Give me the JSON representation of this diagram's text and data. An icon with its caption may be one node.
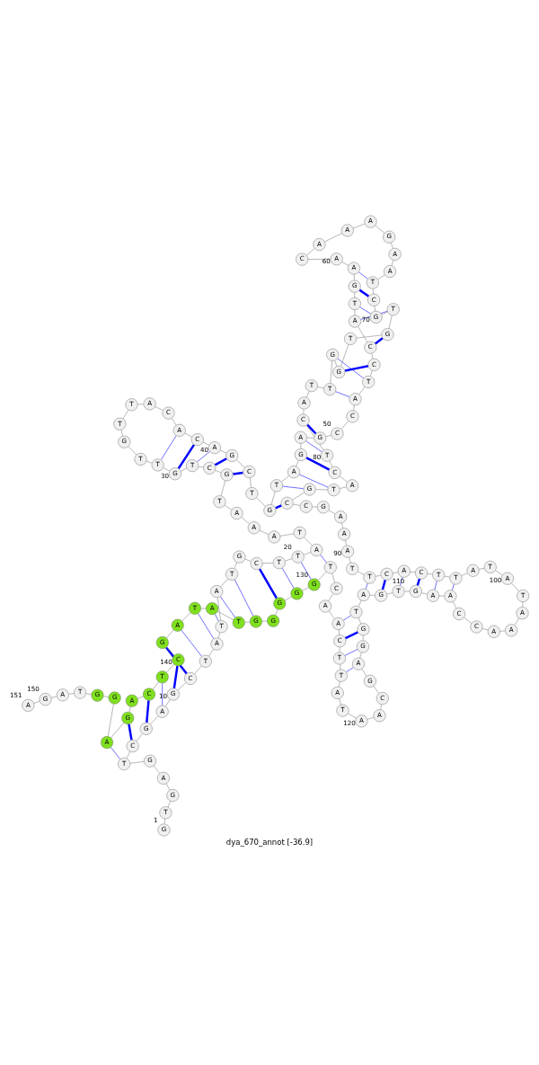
{
  "diagram": {
    "caption": "dya_670_annot [-36.9]",
    "nodes": [
      {
        "text": [
          "G"
        ],
        "beside": [
          "1"
        ]
      },
      {
        "text": [
          "T"
        ]
      },
      {
        "text": [
          "G"
        ]
      },
      {
        "text": [
          "A"
        ]
      },
      {
        "text": [
          "G"
        ]
      },
      {
        "text": [
          "T"
        ]
      },
      {
        "text": [
          "C"
        ]
      },
      {
        "text": [
          "G"
        ]
      },
      {
        "text": [
          "A"
        ]
      },
      {
        "text": [
          "G"
        ],
        "beside": [
          "10"
        ]
      },
      {
        "text": [
          "C"
        ]
      },
      {
        "text": [
          "T"
        ]
      },
      {
        "text": [
          "A"
        ]
      },
      {
        "text": [
          "T"
        ]
      },
      {
        "text": [
          "A"
        ]
      },
      {
        "text": [
          "T"
        ]
      },
      {
        "text": [
          "G"
        ]
      },
      {
        "text": [
          "C"
        ]
      },
      {
        "text": [
          "T"
        ]
      },
      {
        "text": [
          "T"
        ],
        "beside": [
          "20"
        ]
      },
      {
        "text": [
          "A"
        ]
      },
      {
        "text": [
          "T"
        ]
      },
      {
        "text": [
          "A"
        ]
      },
      {
        "text": [
          "A"
        ]
      },
      {
        "text": [
          "A"
        ]
      },
      {
        "text": [
          "T"
        ]
      },
      {
        "text": [
          "G"
        ]
      },
      {
        "text": [
          "C"
        ]
      },
      {
        "text": [
          "T"
        ]
      },
      {
        "text": [
          "G"
        ],
        "beside": [
          "30"
        ]
      },
      {
        "text": [
          "T"
        ]
      },
      {
        "text": [
          "T"
        ]
      },
      {
        "text": [
          "G"
        ]
      },
      {
        "text": [
          "T"
        ]
      },
      {
        "text": [
          "T"
        ]
      },
      {
        "text": [
          "A"
        ]
      },
      {
        "text": [
          "C"
        ]
      },
      {
        "text": [
          "A"
        ]
      },
      {
        "text": [
          "C"
        ]
      },
      {
        "text": [
          "A"
        ],
        "beside": [
          "40"
        ]
      },
      {
        "text": [
          "G"
        ]
      },
      {
        "text": [
          "C"
        ]
      },
      {
        "text": [
          "T"
        ]
      },
      {
        "text": [
          "G"
        ]
      },
      {
        "text": [
          "T"
        ]
      },
      {
        "text": [
          "A"
        ]
      },
      {
        "text": [
          "G"
        ]
      },
      {
        "text": [
          "A"
        ]
      },
      {
        "text": [
          "G"
        ]
      },
      {
        "text": [
          "C"
        ],
        "beside": [
          "50"
        ]
      },
      {
        "text": [
          "C"
        ]
      },
      {
        "text": [
          "A"
        ]
      },
      {
        "text": [
          "T"
        ]
      },
      {
        "text": [
          "C"
        ]
      },
      {
        "text": [
          "C"
        ]
      },
      {
        "text": [
          "A"
        ]
      },
      {
        "text": [
          "T"
        ]
      },
      {
        "text": [
          "G"
        ]
      },
      {
        "text": [
          "A"
        ]
      },
      {
        "text": [
          "A"
        ],
        "beside": [
          "60"
        ]
      },
      {
        "text": [
          "C"
        ]
      },
      {
        "text": [
          "A"
        ]
      },
      {
        "text": [
          "A"
        ]
      },
      {
        "text": [
          "A"
        ]
      },
      {
        "text": [
          "G"
        ]
      },
      {
        "text": [
          "A"
        ]
      },
      {
        "text": [
          "A"
        ]
      },
      {
        "text": [
          "T"
        ]
      },
      {
        "text": [
          "C"
        ]
      },
      {
        "text": [
          "G"
        ],
        "beside": [
          "70"
        ]
      },
      {
        "text": [
          "T"
        ]
      },
      {
        "text": [
          "G"
        ]
      },
      {
        "text": [
          "T"
        ]
      },
      {
        "text": [
          "G"
        ]
      },
      {
        "text": [
          "G"
        ]
      },
      {
        "text": [
          "T"
        ]
      },
      {
        "text": [
          "T"
        ]
      },
      {
        "text": [
          "A"
        ]
      },
      {
        "text": [
          "C"
        ]
      },
      {
        "text": [
          "T"
        ],
        "beside": [
          "80"
        ]
      },
      {
        "text": [
          "C"
        ]
      },
      {
        "text": [
          "A"
        ]
      },
      {
        "text": [
          "T"
        ]
      },
      {
        "text": [
          "G"
        ]
      },
      {
        "text": [
          "C"
        ]
      },
      {
        "text": [
          "C"
        ]
      },
      {
        "text": [
          "G"
        ]
      },
      {
        "text": [
          "A"
        ]
      },
      {
        "text": [
          "A"
        ]
      },
      {
        "text": [
          "A"
        ],
        "beside": [
          "90"
        ]
      },
      {
        "text": [
          "T"
        ]
      },
      {
        "text": [
          "T"
        ]
      },
      {
        "text": [
          "C"
        ]
      },
      {
        "text": [
          "A"
        ]
      },
      {
        "text": [
          "C"
        ]
      },
      {
        "text": [
          "T"
        ]
      },
      {
        "text": [
          "T"
        ]
      },
      {
        "text": [
          "A"
        ]
      },
      {
        "text": [
          "T"
        ]
      },
      {
        "text": [
          "A"
        ],
        "beside": [
          "100"
        ]
      },
      {
        "text": [
          "T"
        ]
      },
      {
        "text": [
          "A"
        ]
      },
      {
        "text": [
          "A"
        ]
      },
      {
        "text": [
          "A"
        ]
      },
      {
        "text": [
          "C"
        ]
      },
      {
        "text": [
          "C"
        ]
      },
      {
        "text": [
          "A"
        ]
      },
      {
        "text": [
          "A"
        ]
      },
      {
        "text": [
          "G"
        ]
      },
      {
        "text": [
          "T"
        ],
        "beside": [
          "110"
        ]
      },
      {
        "text": [
          "G"
        ]
      },
      {
        "text": [
          "A"
        ]
      },
      {
        "text": [
          "T"
        ]
      },
      {
        "text": [
          "G"
        ]
      },
      {
        "text": [
          "G"
        ]
      },
      {
        "text": [
          "A"
        ]
      },
      {
        "text": [
          "G"
        ]
      },
      {
        "text": [
          "C"
        ]
      },
      {
        "text": [
          "A"
        ]
      },
      {
        "text": [
          "A"
        ],
        "beside": [
          "120"
        ]
      },
      {
        "text": [
          "T"
        ]
      },
      {
        "text": [
          "A"
        ]
      },
      {
        "text": [
          "T"
        ]
      },
      {
        "text": [
          "T"
        ]
      },
      {
        "text": [
          "C"
        ]
      },
      {
        "text": [
          "A"
        ]
      },
      {
        "text": [
          "A"
        ]
      },
      {
        "text": [
          "C"
        ]
      },
      {
        "text": [
          "T"
        ]
      },
      {
        "text": [
          "G"
        ],
        "beside": [
          "130"
        ]
      },
      {
        "text": [
          "G"
        ]
      },
      {
        "text": [
          "G"
        ]
      },
      {
        "text": [
          "G"
        ]
      },
      {
        "text": [
          "G"
        ]
      },
      {
        "text": [
          "T"
        ]
      },
      {
        "text": [
          "A"
        ]
      },
      {
        "text": [
          "T"
        ]
      },
      {
        "text": [
          "A"
        ]
      },
      {
        "text": [
          "G"
        ]
      },
      {
        "text": [
          "C"
        ],
        "beside": [
          "140"
        ]
      },
      {
        "text": [
          "T"
        ]
      },
      {
        "text": [
          "C"
        ]
      },
      {
        "text": [
          "A"
        ]
      },
      {
        "text": [
          "G"
        ]
      },
      {
        "text": [
          "A"
        ]
      },
      {
        "text": [
          "G"
        ]
      },
      {
        "text": [
          "G"
        ]
      },
      {
        "text": [
          "T"
        ]
      },
      {
        "text": [
          "A"
        ]
      },
      {
        "text": [
          "G"
        ],
        "beside": [
          "150"
        ]
      },
      {
        "text": [
          "A"
        ],
        "beside": [
          "151"
        ]
      }
    ],
    "edges": [
      {
        "from": 0,
        "to": 1,
        "arrow": "none"
      },
      {
        "from": 1,
        "to": 2,
        "arrow": "none"
      },
      {
        "from": 2,
        "to": 3,
        "arrow": "none"
      },
      {
        "from": 3,
        "to": 4,
        "arrow": "none"
      },
      {
        "from": 4,
        "to": 5,
        "arrow": "none"
      },
      {
        "from": 5,
        "to": 6,
        "arrow": "none"
      },
      {
        "from": 6,
        "to": 7,
        "arrow": "none"
      },
      {
        "from": 7,
        "to": 8,
        "arrow": "none"
      },
      {
        "from": 8,
        "to": 9,
        "arrow": "none"
      },
      {
        "from": 9,
        "to": 10,
        "arrow": "none"
      },
      {
        "from": 10,
        "to": 11,
        "arrow": "none"
      },
      {
        "from": 11,
        "to": 12,
        "arrow": "none"
      },
      {
        "from": 12,
        "to": 13,
        "arrow": "none"
      },
      {
        "from": 13,
        "to": 14,
        "arrow": "none"
      },
      {
        "from": 14,
        "to": 15,
        "arrow": "none"
      },
      {
        "from": 15,
        "to": 16,
        "arrow": "none"
      },
      {
        "from": 16,
        "to": 17,
        "arrow": "none"
      },
      {
        "from": 17,
        "to": 18,
        "arrow": "none"
      },
      {
        "from": 18,
        "to": 19,
        "arrow": "none"
      },
      {
        "from": 19,
        "to": 20,
        "arrow": "none"
      },
      {
        "from": 20,
        "to": 21,
        "arrow": "none"
      },
      {
        "from": 21,
        "to": 22,
        "arrow": "none"
      },
      {
        "from": 22,
        "to": 23,
        "arrow": "none"
      },
      {
        "from": 23,
        "to": 24,
        "arrow": "none"
      },
      {
        "from": 24,
        "to": 25,
        "arrow": "none"
      },
      {
        "from": 25,
        "to": 26,
        "arrow": "none"
      },
      {
        "from": 26,
        "to": 27,
        "arrow": "none"
      },
      {
        "from": 27,
        "to": 28,
        "arrow": "none"
      },
      {
        "from": 28,
        "to": 29,
        "arrow": "none"
      },
      {
        "from": 29,
        "to": 30,
        "arrow": "none"
      },
      {
        "from": 30,
        "to": 31,
        "arrow": "none"
      },
      {
        "from": 31,
        "to": 32,
        "arrow": "none"
      },
      {
        "from": 32,
        "to": 33,
        "arrow": "none"
      },
      {
        "from": 33,
        "to": 34,
        "arrow": "none"
      },
      {
        "from": 34,
        "to": 35,
        "arrow": "none"
      },
      {
        "from": 35,
        "to": 36,
        "arrow": "none"
      },
      {
        "from": 36,
        "to": 37,
        "arrow": "none"
      },
      {
        "from": 37,
        "to": 38,
        "arrow": "none"
      },
      {
        "from": 38,
        "to": 39,
        "arrow": "none"
      },
      {
        "from": 39,
        "to": 40,
        "arrow": "none"
      },
      {
        "from": 40,
        "to": 41,
        "arrow": "none"
      },
      {
        "from": 41,
        "to": 42,
        "arrow": "none"
      },
      {
        "from": 42,
        "to": 43,
        "arrow": "none"
      },
      {
        "from": 43,
        "to": 44,
        "arrow": "none"
      },
      {
        "from": 44,
        "to": 45,
        "arrow": "none"
      },
      {
        "from": 45,
        "to": 46,
        "arrow": "none"
      },
      {
        "from": 46,
        "to": 47,
        "arrow": "none"
      },
      {
        "from": 47,
        "to": 48,
        "arrow": "none"
      },
      {
        "from": 48,
        "to": 49,
        "arrow": "none"
      },
      {
        "from": 49,
        "to": 50,
        "arrow": "none"
      },
      {
        "from": 50,
        "to": 51,
        "arrow": "none"
      },
      {
        "from": 51,
        "to": 52,
        "arrow": "none"
      },
      {
        "from": 52,
        "to": 53,
        "arrow": "none"
      },
      {
        "from": 53,
        "to": 54,
        "arrow": "none"
      },
      {
        "from": 54,
        "to": 55,
        "arrow": "none"
      },
      {
        "from": 55,
        "to": 56,
        "arrow": "none"
      },
      {
        "from": 56,
        "to": 57,
        "arrow": "none"
      },
      {
        "from": 57,
        "to": 58,
        "arrow": "none"
      },
      {
        "from": 58,
        "to": 59,
        "arrow": "none"
      },
      {
        "from": 59,
        "to": 60,
        "arrow": "none"
      },
      {
        "from": 60,
        "to": 61,
        "arrow": "none"
      },
      {
        "from": 61,
        "to": 62,
        "arrow": "none"
      },
      {
        "from": 62,
        "to": 63,
        "arrow": "none"
      },
      {
        "from": 63,
        "to": 64,
        "arrow": "none"
      },
      {
        "from": 64,
        "to": 65,
        "arrow": "none"
      },
      {
        "from": 65,
        "to": 66,
        "arrow": "none"
      },
      {
        "from": 66,
        "to": 67,
        "arrow": "none"
      },
      {
        "from": 67,
        "to": 68,
        "arrow": "none"
      },
      {
        "from": 68,
        "to": 69,
        "arrow": "none"
      },
      {
        "from": 69,
        "to": 70,
        "arrow": "none"
      },
      {
        "from": 70,
        "to": 71,
        "arrow": "none"
      },
      {
        "from": 71,
        "to": 72,
        "arrow": "none"
      },
      {
        "from": 72,
        "to": 73,
        "arrow": "none"
      },
      {
        "from": 73,
        "to": 74,
        "arrow": "none"
      },
      {
        "from": 74,
        "to": 75,
        "arrow": "none"
      },
      {
        "from": 75,
        "to": 76,
        "arrow": "none"
      },
      {
        "from": 76,
        "to": 77,
        "arrow": "none"
      },
      {
        "from": 77,
        "to": 78,
        "arrow": "none"
      },
      {
        "from": 78,
        "to": 79,
        "arrow": "none"
      },
      {
        "from": 79,
        "to": 80,
        "arrow": "none"
      },
      {
        "from": 80,
        "to": 81,
        "arrow": "none"
      },
      {
        "from": 81,
        "to": 82,
        "arrow": "none"
      },
      {
        "from": 82,
        "to": 83,
        "arrow": "none"
      },
      {
        "from": 83,
        "to": 84,
        "arrow": "none"
      },
      {
        "from": 84,
        "to": 85,
        "arrow": "none"
      },
      {
        "from": 85,
        "to": 86,
        "arrow": "none"
      },
      {
        "from": 86,
        "to": 87,
        "arrow": "none"
      },
      {
        "from": 87,
        "to": 88,
        "arrow": "none"
      },
      {
        "from": 88,
        "to": 89,
        "arrow": "none"
      },
      {
        "from": 89,
        "to": 90,
        "arrow": "none"
      },
      {
        "from": 90,
        "to": 91,
        "arrow": "none"
      },
      {
        "from": 91,
        "to": 92,
        "arrow": "none"
      },
      {
        "from": 92,
        "to": 93,
        "arrow": "none"
      },
      {
        "from": 93,
        "to": 94,
        "arrow": "none"
      },
      {
        "from": 94,
        "to": 95,
        "arrow": "none"
      },
      {
        "from": 95,
        "to": 96,
        "arrow": "none"
      },
      {
        "from": 96,
        "to": 97,
        "arrow": "none"
      },
      {
        "from": 97,
        "to": 98,
        "arrow": "none"
      },
      {
        "from": 98,
        "to": 99,
        "arrow": "none"
      },
      {
        "from": 99,
        "to": 100,
        "arrow": "none"
      },
      {
        "from": 100,
        "to": 101,
        "arrow": "none"
      },
      {
        "from": 101,
        "to": 102,
        "arrow": "none"
      },
      {
        "from": 102,
        "to": 103,
        "arrow": "none"
      },
      {
        "from": 103,
        "to": 104,
        "arrow": "none"
      },
      {
        "from": 104,
        "to": 105,
        "arrow": "none"
      },
      {
        "from": 105,
        "to": 106,
        "arrow": "none"
      },
      {
        "from": 106,
        "to": 107,
        "arrow": "none"
      },
      {
        "from": 107,
        "to": 108,
        "arrow": "none"
      },
      {
        "from": 108,
        "to": 109,
        "arrow": "none"
      },
      {
        "from": 109,
        "to": 110,
        "arrow": "none"
      },
      {
        "from": 110,
        "to": 111,
        "arrow": "none"
      },
      {
        "from": 111,
        "to": 112,
        "arrow": "none"
      },
      {
        "from": 112,
        "to": 113,
        "arrow": "none"
      },
      {
        "from": 113,
        "to": 114,
        "arrow": "none"
      },
      {
        "from": 114,
        "to": 115,
        "arrow": "none"
      },
      {
        "from": 115,
        "to": 116,
        "arrow": "none"
      },
      {
        "from": 116,
        "to": 117,
        "arrow": "none"
      },
      {
        "from": 117,
        "to": 118,
        "arrow": "none"
      },
      {
        "from": 118,
        "to": 119,
        "arrow": "none"
      },
      {
        "from": 119,
        "to": 120,
        "arrow": "none"
      },
      {
        "from": 120,
        "to": 121,
        "arrow": "none"
      },
      {
        "from": 121,
        "to": 122,
        "arrow": "none"
      },
      {
        "from": 122,
        "to": 123,
        "arrow": "none"
      },
      {
        "from": 123,
        "to": 124,
        "arrow": "none"
      },
      {
        "from": 124,
        "to": 125,
        "arrow": "none"
      },
      {
        "from": 125,
        "to": 126,
        "arrow": "none"
      },
      {
        "from": 126,
        "to": 127,
        "arrow": "none"
      },
      {
        "from": 127,
        "to": 128,
        "arrow": "none"
      },
      {
        "from": 128,
        "to": 129,
        "arrow": "none"
      },
      {
        "from": 129,
        "to": 130,
        "arrow": "none"
      },
      {
        "from": 130,
        "to": 131,
        "arrow": "none"
      },
      {
        "from": 131,
        "to": 132,
        "arrow": "none"
      },
      {
        "from": 132,
        "to": 133,
        "arrow": "none"
      },
      {
        "from": 133,
        "to": 134,
        "arrow": "none"
      },
      {
        "from": 134,
        "to": 135,
        "arrow": "none"
      },
      {
        "from": 135,
        "to": 136,
        "arrow": "none"
      },
      {
        "from": 136,
        "to": 137,
        "arrow": "none"
      },
      {
        "from": 137,
        "to": 138,
        "arrow": "none"
      },
      {
        "from": 138,
        "to": 139,
        "arrow": "none"
      },
      {
        "from": 139,
        "to": 140,
        "arrow": "none"
      },
      {
        "from": 140,
        "to": 141,
        "arrow": "none"
      },
      {
        "from": 141,
        "to": 142,
        "arrow": "none"
      },
      {
        "from": 142,
        "to": 143,
        "arrow": "none"
      },
      {
        "from": 143,
        "to": 144,
        "arrow": "none"
      },
      {
        "from": 144,
        "to": 145,
        "arrow": "none"
      },
      {
        "from": 145,
        "to": 146,
        "arrow": "none"
      },
      {
        "from": 146,
        "to": 147,
        "arrow": "none"
      },
      {
        "from": 147,
        "to": 148,
        "arrow": "none"
      },
      {
        "from": 148,
        "to": 149,
        "arrow": "none"
      },
      {
        "from": 149,
        "to": 150,
        "arrow": "none"
      },
      {
        "from": 5,
        "to": 144,
        "arrow": "none",
        "color": "#0000ff"
      },
      {
        "from": 6,
        "to": 143,
        "arrow": "none",
        "color": "#0000ff",
        "style": "thick"
      },
      {
        "from": 7,
        "to": 141,
        "arrow": "none",
        "color": "#0000ff",
        "style": "thick"
      },
      {
        "from": 8,
        "to": 140,
        "arrow": "none",
        "color": "#0000ff"
      },
      {
        "from": 9,
        "to": 139,
        "arrow": "none",
        "color": "#0000ff",
        "style": "thick"
      },
      {
        "from": 10,
        "to": 138,
        "arrow": "none",
        "color": "#0000ff",
        "style": "thick"
      },
      {
        "from": 11,
        "to": 137,
        "arrow": "none",
        "color": "#0000ff"
      },
      {
        "from": 12,
        "to": 136,
        "arrow": "none",
        "color": "#0000ff"
      },
      {
        "from": 13,
        "to": 135,
        "arrow": "none",
        "color": "#0000ff"
      },
      {
        "from": 14,
        "to": 134,
        "arrow": "none",
        "color": "#0000ff"
      },
      {
        "from": 15,
        "to": 133,
        "arrow": "none",
        "color": "#0000ff"
      },
      {
        "from": 17,
        "to": 131,
        "arrow": "none",
        "color": "#0000ff",
        "style": "thick"
      },
      {
        "from": 18,
        "to": 130,
        "arrow": "none",
        "color": "#0000ff"
      },
      {
        "from": 19,
        "to": 129,
        "arrow": "none",
        "color": "#0000ff"
      },
      {
        "from": 20,
        "to": 128,
        "arrow": "none",
        "color": "#0000ff"
      },
      {
        "from": 26,
        "to": 41,
        "arrow": "none",
        "color": "#0000ff",
        "style": "thick"
      },
      {
        "from": 27,
        "to": 40,
        "arrow": "none",
        "color": "#0000ff",
        "style": "thick"
      },
      {
        "from": 28,
        "to": 39,
        "arrow": "none",
        "color": "#0000ff"
      },
      {
        "from": 29,
        "to": 38,
        "arrow": "none",
        "color": "#0000ff",
        "style": "thick"
      },
      {
        "from": 30,
        "to": 37,
        "arrow": "none",
        "color": "#0000ff"
      },
      {
        "from": 43,
        "to": 84,
        "arrow": "none",
        "color": "#0000ff",
        "style": "thick"
      },
      {
        "from": 44,
        "to": 83,
        "arrow": "none",
        "color": "#0000ff"
      },
      {
        "from": 45,
        "to": 82,
        "arrow": "none",
        "color": "#0000ff"
      },
      {
        "from": 46,
        "to": 80,
        "arrow": "none",
        "color": "#0000ff",
        "style": "thick"
      },
      {
        "from": 47,
        "to": 79,
        "arrow": "none",
        "color": "#0000ff"
      },
      {
        "from": 48,
        "to": 78,
        "arrow": "none",
        "color": "#0000ff",
        "style": "thick"
      },
      {
        "from": 51,
        "to": 75,
        "arrow": "none",
        "color": "#0000ff"
      },
      {
        "from": 52,
        "to": 74,
        "arrow": "none",
        "color": "#0000ff"
      },
      {
        "from": 53,
        "to": 73,
        "arrow": "none",
        "color": "#0000ff",
        "style": "thick"
      },
      {
        "from": 54,
        "to": 71,
        "arrow": "none",
        "color": "#0000ff",
        "style": "thick"
      },
      {
        "from": 55,
        "to": 70,
        "arrow": "none",
        "color": "#0000ff"
      },
      {
        "from": 56,
        "to": 69,
        "arrow": "none",
        "color": "#0000ff"
      },
      {
        "from": 57,
        "to": 68,
        "arrow": "none",
        "color": "#0000ff",
        "style": "thick"
      },
      {
        "from": 58,
        "to": 67,
        "arrow": "none",
        "color": "#0000ff"
      },
      {
        "from": 91,
        "to": 111,
        "arrow": "none",
        "color": "#0000ff"
      },
      {
        "from": 92,
        "to": 110,
        "arrow": "none",
        "color": "#0000ff",
        "style": "thick"
      },
      {
        "from": 93,
        "to": 109,
        "arrow": "none",
        "color": "#0000ff"
      },
      {
        "from": 94,
        "to": 108,
        "arrow": "none",
        "color": "#0000ff",
        "style": "thick"
      },
      {
        "from": 95,
        "to": 107,
        "arrow": "none",
        "color": "#0000ff"
      },
      {
        "from": 96,
        "to": 106,
        "arrow": "none",
        "color": "#0000ff"
      },
      {
        "from": 112,
        "to": 125,
        "arrow": "none",
        "color": "#0000ff"
      },
      {
        "from": 113,
        "to": 124,
        "arrow": "none",
        "color": "#0000ff",
        "style": "thick"
      },
      {
        "from": 114,
        "to": 123,
        "arrow": "none",
        "color": "#0000ff"
      },
      {
        "from": 115,
        "to": 122,
        "arrow": "none",
        "color": "#0000ff"
      }
    ]
  }
}
